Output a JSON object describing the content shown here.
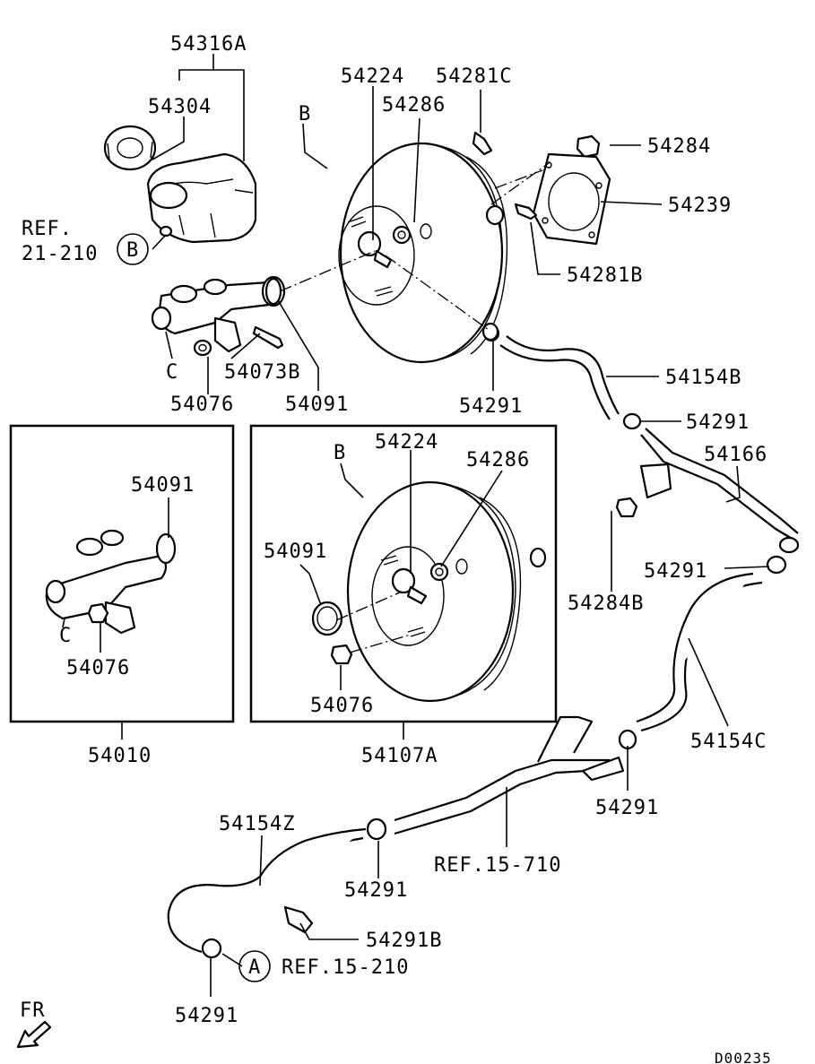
{
  "labels": {
    "p54316A": "54316A",
    "p54304": "54304",
    "ref_21_210_a": "REF.",
    "ref_21_210_b": "21-210",
    "circleB": "B",
    "c_top": "C",
    "p54076_top": "54076",
    "p54073B": "54073B",
    "p54091_top": "54091",
    "b_top": "B",
    "p54224_top": "54224",
    "p54286_top": "54286",
    "p54281C": "54281C",
    "p54284": "54284",
    "p54239": "54239",
    "p54281B": "54281B",
    "p54291_a": "54291",
    "p54154B": "54154B",
    "p54291_b": "54291",
    "p54166": "54166",
    "p54291_c": "54291",
    "p54284B": "54284B",
    "box1_54091": "54091",
    "box1_c": "C",
    "box1_54076": "54076",
    "p54010": "54010",
    "box2_b": "B",
    "box2_54224": "54224",
    "box2_54286": "54286",
    "box2_54091": "54091",
    "box2_54076": "54076",
    "p54107A": "54107A",
    "p54154C": "54154C",
    "p54291_d": "54291",
    "ref_15_710": "REF.15-710",
    "p54154Z": "54154Z",
    "p54291_e": "54291",
    "p54291B": "54291B",
    "circleA": "A",
    "ref_15_210": "REF.15-210",
    "p54291_f": "54291",
    "fr": "FR",
    "diagram_code": "D00235"
  }
}
